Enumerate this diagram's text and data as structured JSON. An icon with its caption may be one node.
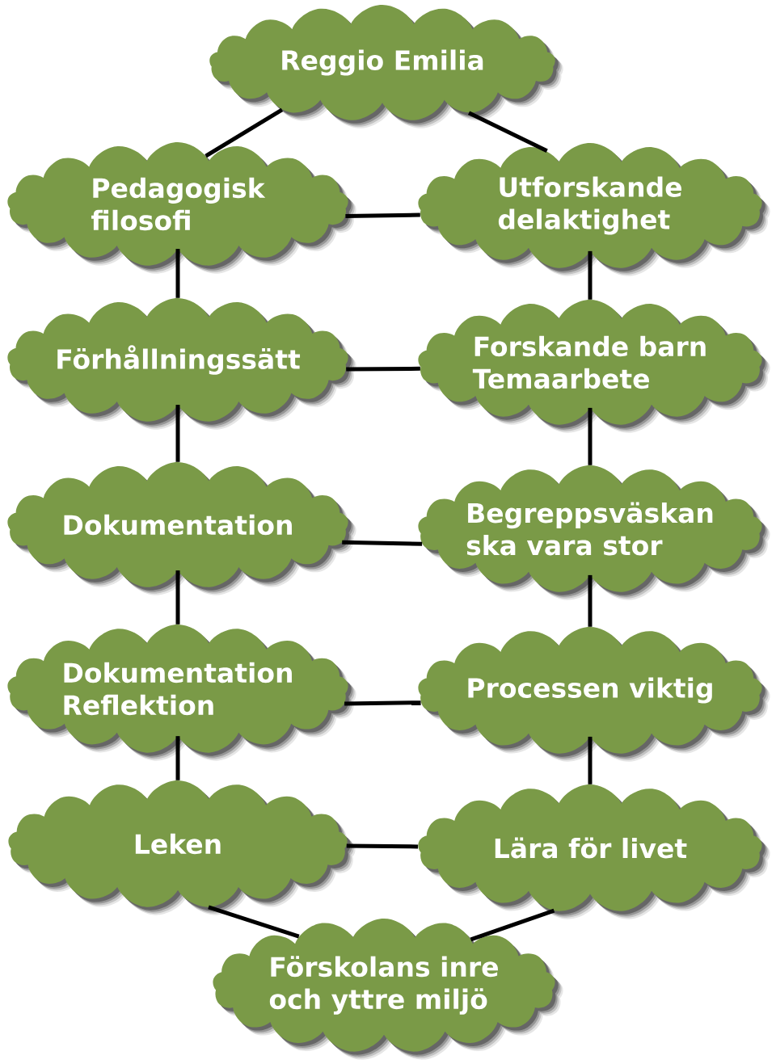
{
  "diagram": {
    "nodes": [
      {
        "text": [
          "Reggio Emilia"
        ]
      },
      {
        "text": [
          "Pedagogisk filosofi"
        ]
      },
      {
        "text": [
          "Utforskande delaktighet"
        ]
      },
      {
        "text": [
          "Förhållningssätt"
        ]
      },
      {
        "text": [
          "Forskande barn Temaarbete"
        ]
      },
      {
        "text": [
          "Dokumentation"
        ]
      },
      {
        "text": [
          "Begreppsväskan ska vara stor"
        ]
      },
      {
        "text": [
          "Dokumentation Reflektion"
        ]
      },
      {
        "text": [
          "Processen viktig"
        ]
      },
      {
        "text": [
          "Leken"
        ]
      },
      {
        "text": [
          "Lära för livet"
        ]
      },
      {
        "text": [
          "Förskolans inre och yttre miljö"
        ]
      }
    ],
    "edges": [
      {
        "from": 0,
        "to": 1,
        "arrow": "none"
      },
      {
        "from": 0,
        "to": 2,
        "arrow": "none"
      },
      {
        "from": 1,
        "to": 2,
        "arrow": "none"
      },
      {
        "from": 1,
        "to": 3,
        "arrow": "none"
      },
      {
        "from": 2,
        "to": 4,
        "arrow": "none"
      },
      {
        "from": 3,
        "to": 4,
        "arrow": "none"
      },
      {
        "from": 3,
        "to": 5,
        "arrow": "none"
      },
      {
        "from": 4,
        "to": 6,
        "arrow": "none"
      },
      {
        "from": 5,
        "to": 6,
        "arrow": "none"
      },
      {
        "from": 5,
        "to": 7,
        "arrow": "none"
      },
      {
        "from": 6,
        "to": 8,
        "arrow": "none"
      },
      {
        "from": 7,
        "to": 8,
        "arrow": "none"
      },
      {
        "from": 7,
        "to": 9,
        "arrow": "none"
      },
      {
        "from": 8,
        "to": 10,
        "arrow": "none"
      },
      {
        "from": 9,
        "to": 10,
        "arrow": "none"
      },
      {
        "from": 9,
        "to": 11,
        "arrow": "none"
      },
      {
        "from": 10,
        "to": 11,
        "arrow": "none"
      }
    ]
  }
}
